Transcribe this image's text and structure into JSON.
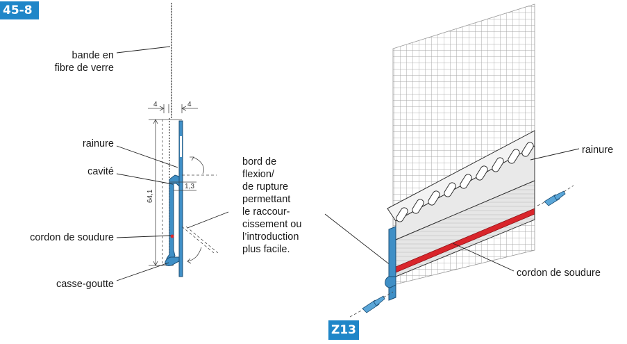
{
  "figure_number": "45-8",
  "figure_tag": "Z13",
  "labels": {
    "fibre_line1": "bande en",
    "fibre_line2": "fibre de verre",
    "rainure_left": "rainure",
    "cavite": "cavité",
    "cordon_left": "cordon de soudure",
    "casse_goutte": "casse-goutte",
    "bord_lines": [
      "bord de",
      "flexion/",
      "de rupture",
      "permettant",
      "le raccour-",
      "cissement ou",
      "l’introduction",
      "plus facile."
    ],
    "rainure_right": "rainure",
    "cordon_right": "cordon de soudure"
  },
  "dimensions": {
    "left_offset": "4",
    "right_offset": "4",
    "height": "64,1",
    "gap": "1,3"
  },
  "colors": {
    "accent_blue": "#1f86c8",
    "profile_blue": "#3f8fc6",
    "weld_red": "#d9252b"
  }
}
